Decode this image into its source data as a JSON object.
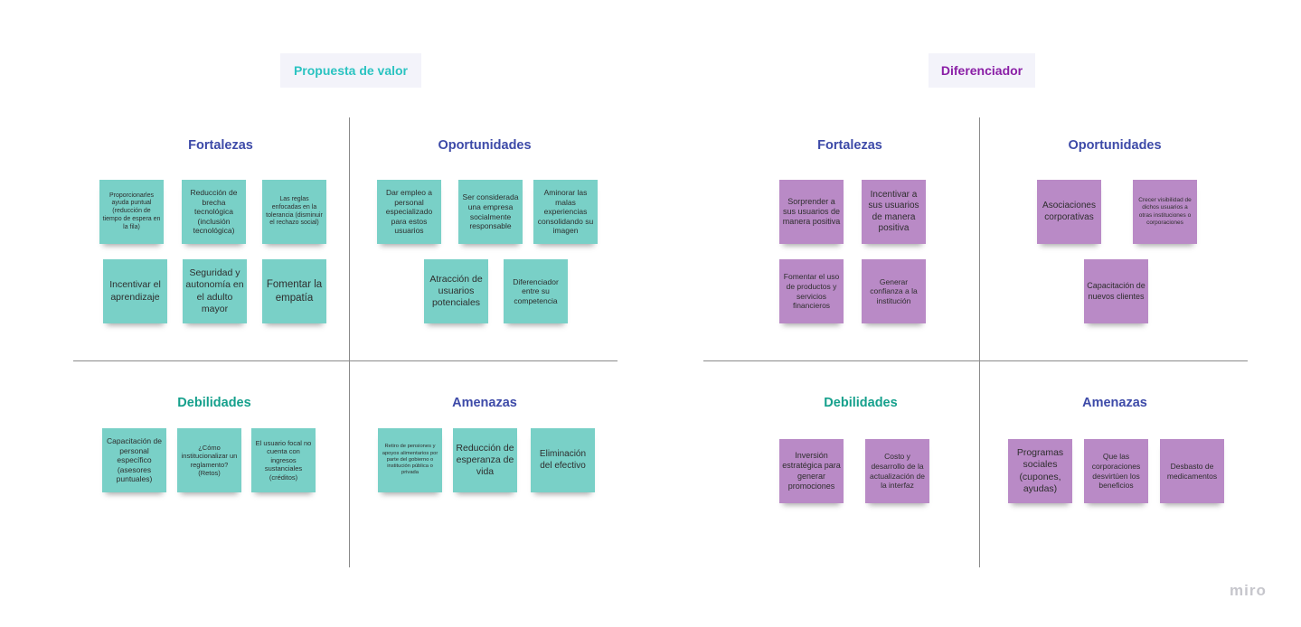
{
  "colors": {
    "teal_note": "#79d0c7",
    "purple_note": "#b98ac6",
    "blue_heading": "#3d4aa8",
    "green_heading": "#15a08c",
    "teal_title": "#2bc3c1",
    "purple_title": "#8a1ea6"
  },
  "left": {
    "title": "Propuesta de valor",
    "quadrants": {
      "fortalezas": "Fortalezas",
      "oportunidades": "Oportunidades",
      "debilidades": "Debilidades",
      "amenazas": "Amenazas"
    },
    "notes": {
      "f1": "Proporcionarles ayuda puntual (reducción de tiempo de espera en la fila)",
      "f2": "Reducción de brecha tecnológica (inclusión tecnológica)",
      "f3": "Las reglas enfocadas en la tolerancia (disminuir el rechazo social)",
      "f4": "Incentivar el aprendizaje",
      "f5": "Seguridad y autonomía en el adulto mayor",
      "f6": "Fomentar la empatía",
      "o1": "Dar empleo a personal especializado para estos usuarios",
      "o2": "Ser considerada una empresa socialmente responsable",
      "o3": "Aminorar las malas experiencias consolidando su imagen",
      "o4": "Atracción de usuarios potenciales",
      "o5": "Diferenciador entre su competencia",
      "d1": "Capacitación de personal específico (asesores puntuales)",
      "d2": "¿Cómo institucionalizar un reglamento? (Retos)",
      "d3": "El usuario focal no cuenta con ingresos sustanciales (créditos)",
      "a1": "Retiro de pensiones y apoyos alimentarios por parte del gobierno o institución pública o privada",
      "a2": "Reducción de esperanza de vida",
      "a3": "Eliminación del efectivo"
    }
  },
  "right": {
    "title": "Diferenciador",
    "quadrants": {
      "fortalezas": "Fortalezas",
      "oportunidades": "Oportunidades",
      "debilidades": "Debilidades",
      "amenazas": "Amenazas"
    },
    "notes": {
      "f1": "Sorprender a sus usuarios de manera positiva",
      "f2": "Incentivar a sus usuarios de manera positiva",
      "f3": "Fomentar el uso de productos y servicios financieros",
      "f4": "Generar confianza a la institución",
      "o1": "Asociaciones corporativas",
      "o2": "Crecer visibilidad de dichos usuarios a otras instituciones o corporaciones",
      "o3": "Capacitación de nuevos clientes",
      "d1": "Inversión estratégica para generar promociones",
      "d2": "Costo y desarrollo de la actualización de la interfaz",
      "a1": "Programas sociales (cupones, ayudas)",
      "a2": "Que las corporaciones desvirtúen los beneficios",
      "a3": "Desbasto de medicamentos"
    }
  },
  "logo": "miro"
}
